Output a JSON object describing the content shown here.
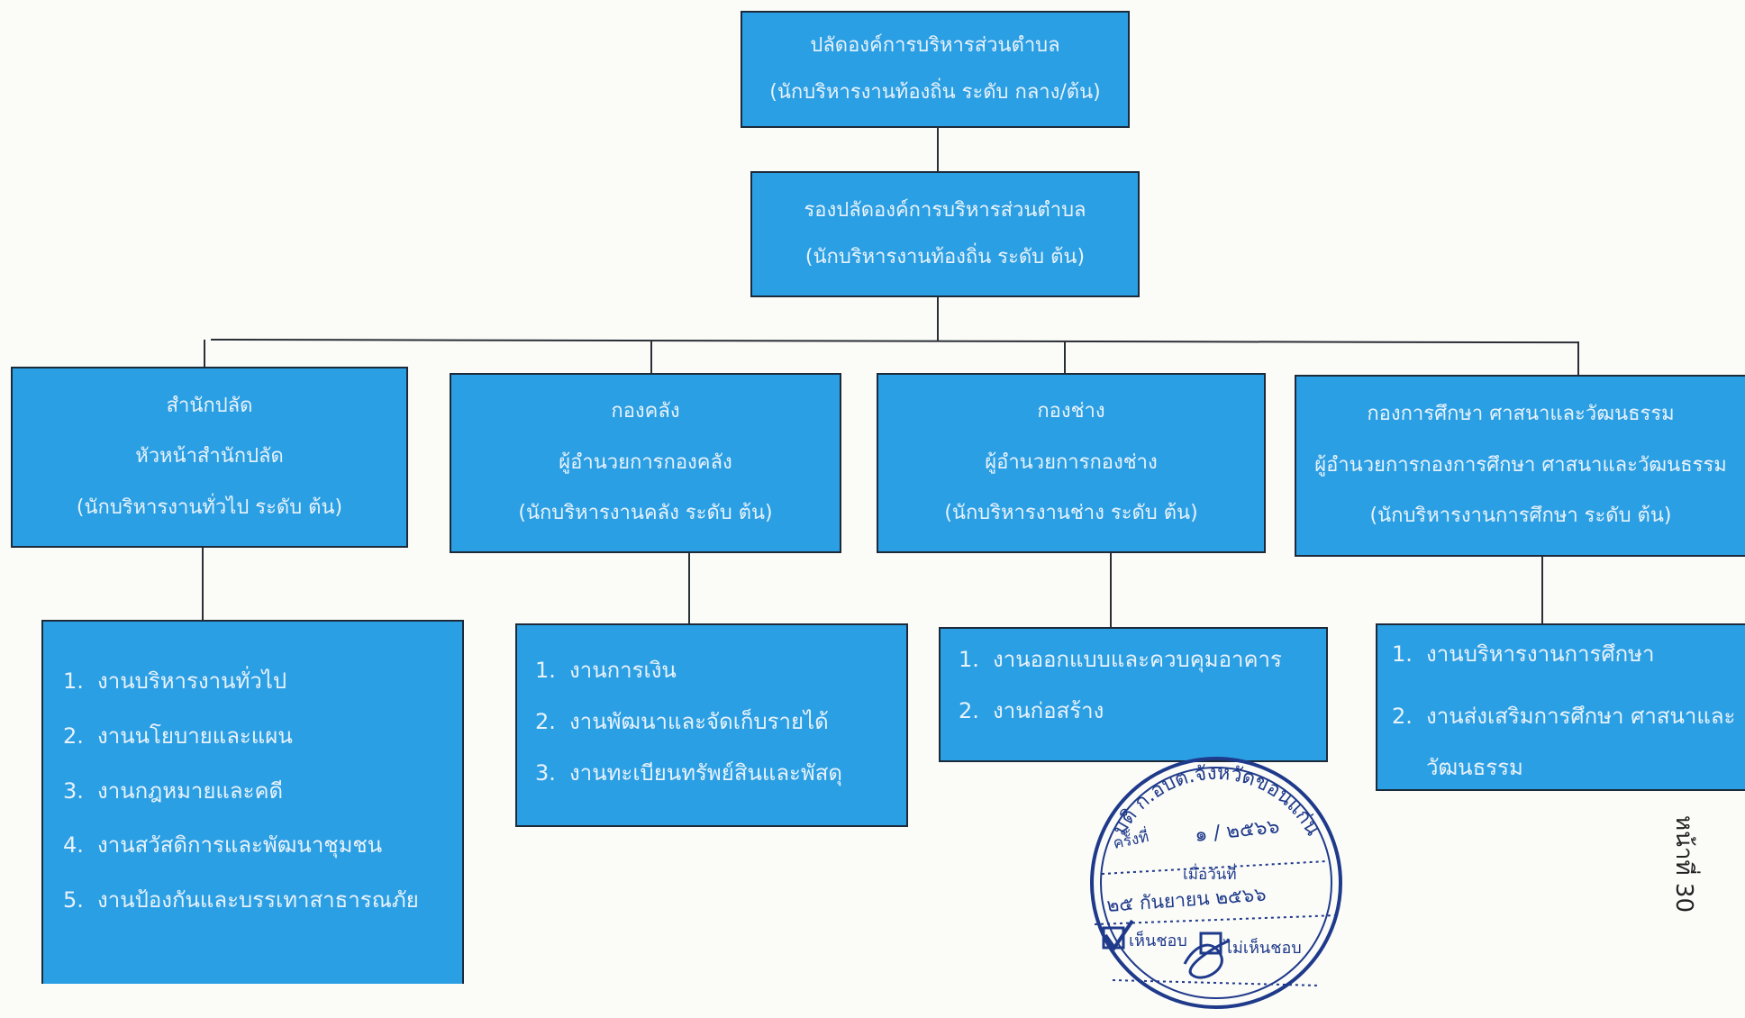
{
  "top": {
    "title": "ปลัดองค์การบริหารส่วนตำบล",
    "subtitle": "(นักบริหารงานท้องถิ่น ระดับ กลาง/ต้น)"
  },
  "deputy": {
    "title": "รองปลัดองค์การบริหารส่วนตำบล",
    "subtitle": "(นักบริหารงานท้องถิ่น ระดับ ต้น)"
  },
  "departments": [
    {
      "name": "สำนักปลัด",
      "head": "หัวหน้าสำนักปลัด",
      "level": "(นักบริหารงานทั่วไป ระดับ ต้น)",
      "tasks": [
        {
          "num": "1.",
          "text": "งานบริหารงานทั่วไป"
        },
        {
          "num": "2.",
          "text": "งานนโยบายและแผน"
        },
        {
          "num": "3.",
          "text": "งานกฎหมายและคดี"
        },
        {
          "num": "4.",
          "text": "งานสวัสดิการและพัฒนาชุมชน"
        },
        {
          "num": "5.",
          "text": "งานป้องกันและบรรเทาสาธารณภัย"
        }
      ]
    },
    {
      "name": "กองคลัง",
      "head": "ผู้อำนวยการกองคลัง",
      "level": "(นักบริหารงานคลัง ระดับ ต้น)",
      "tasks": [
        {
          "num": "1.",
          "text": "งานการเงิน"
        },
        {
          "num": "2.",
          "text": "งานพัฒนาและจัดเก็บรายได้"
        },
        {
          "num": "3.",
          "text": "งานทะเบียนทรัพย์สินและพัสดุ"
        }
      ]
    },
    {
      "name": "กองช่าง",
      "head": "ผู้อำนวยการกองช่าง",
      "level": "(นักบริหารงานช่าง ระดับ ต้น)",
      "tasks": [
        {
          "num": "1.",
          "text": "งานออกแบบและควบคุมอาคาร"
        },
        {
          "num": "2.",
          "text": "งานก่อสร้าง"
        }
      ]
    },
    {
      "name": "กองการศึกษา ศาสนาและวัฒนธรรม",
      "head": "ผู้อำนวยการกองการศึกษา ศาสนาและวัฒนธรรม",
      "level": "(นักบริหารงานการศึกษา ระดับ ต้น)",
      "tasks": [
        {
          "num": "1.",
          "text": "งานบริหารงานการศึกษา"
        },
        {
          "num": "2.",
          "text": "งานส่งเสริมการศึกษา ศาสนาและวัฒนธรรม"
        }
      ]
    }
  ],
  "stamp": {
    "org": "มติ ก.อบต.จังหวัดขอนแก่น",
    "meeting_label": "ครั้งที่",
    "meeting_value": "๑ / ๒๕๖๖",
    "date_label": "เมื่อวันที่",
    "date_value": "๒๕ กันยายน ๒๕๖๖",
    "approve": "เห็นชอบ",
    "disapprove": "ไม่เห็นชอบ"
  },
  "page_number": "หน้าที่ 30",
  "colors": {
    "box_fill": "#2b9fe3",
    "box_text": "#e8f2fb",
    "stamp_ink": "#1f3a8a"
  }
}
